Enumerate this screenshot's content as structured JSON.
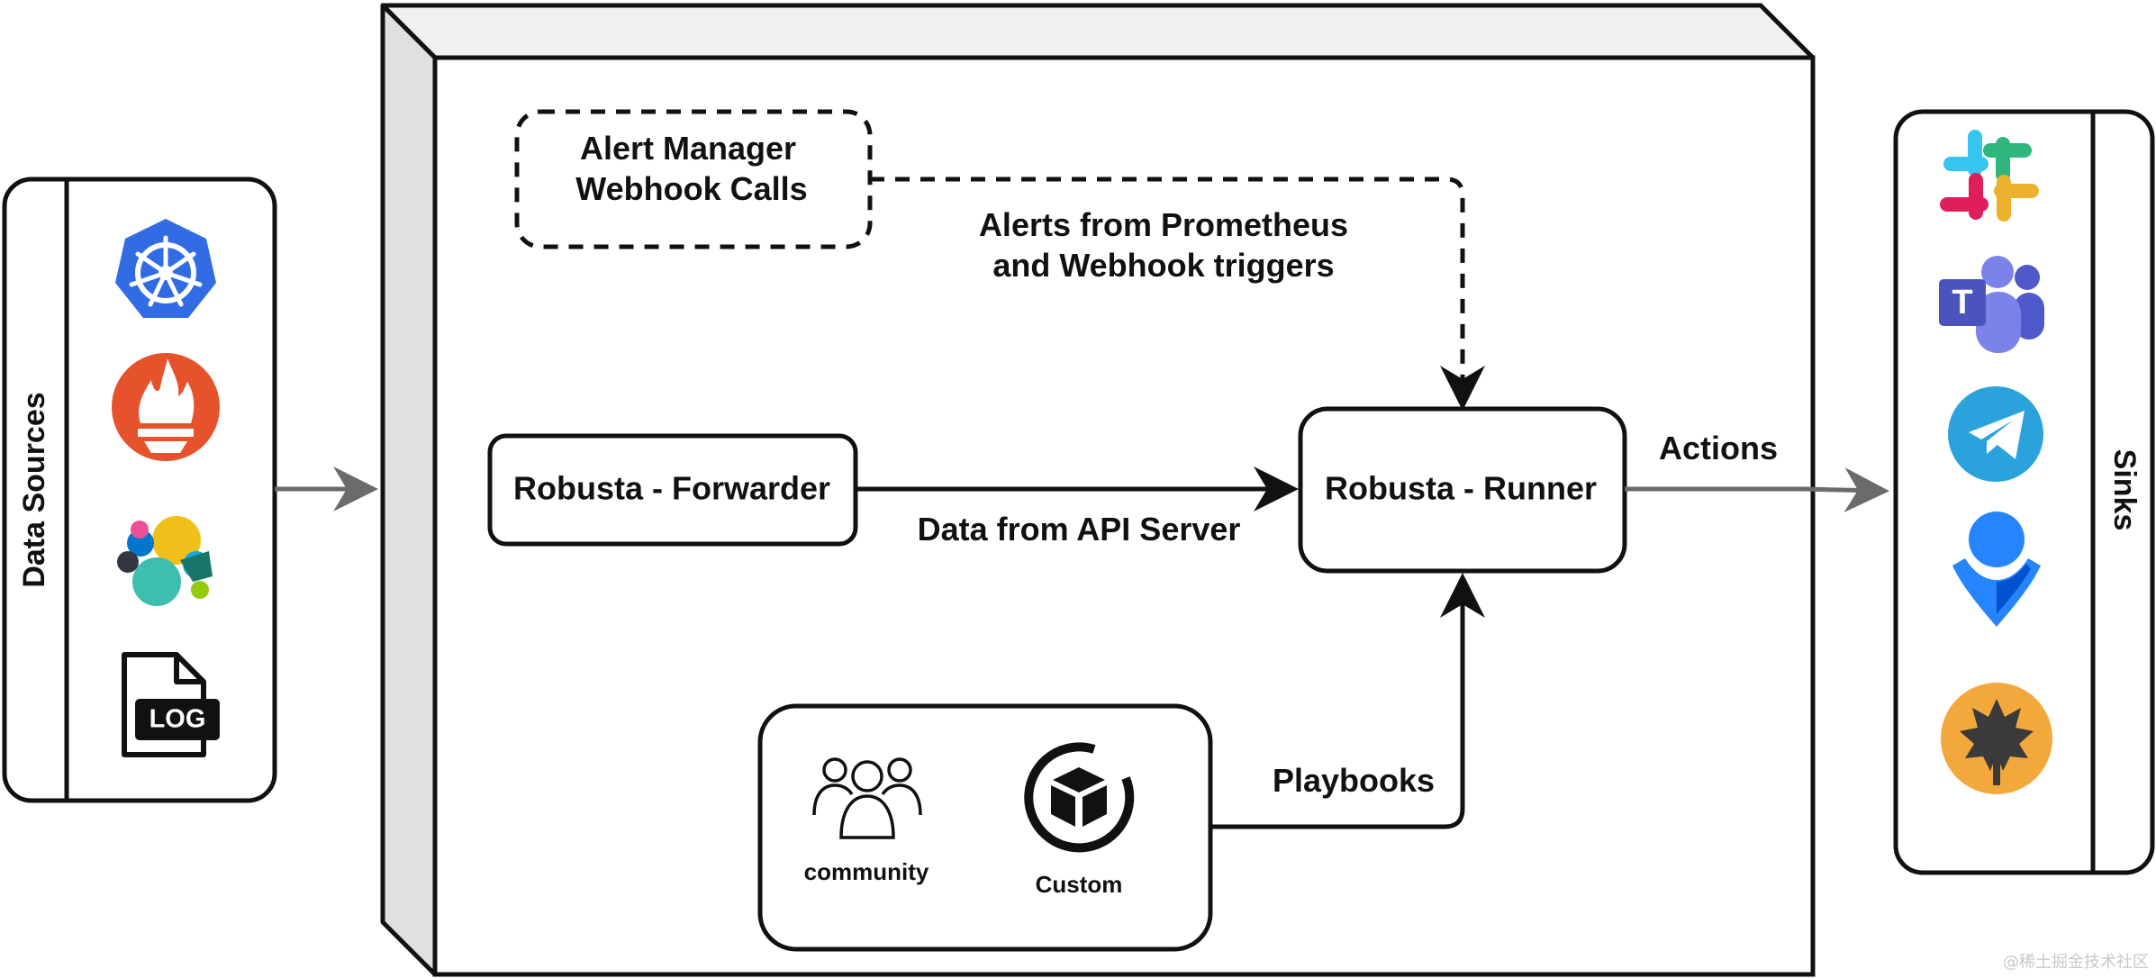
{
  "data_sources": {
    "title": "Data Sources",
    "icons": [
      "kubernetes-icon",
      "prometheus-icon",
      "elastic-icon",
      "log-file-icon"
    ],
    "log_label": "LOG"
  },
  "alert_manager": {
    "line1": "Alert Manager",
    "line2": "Webhook Calls"
  },
  "alerts_label": {
    "line1": "Alerts from Prometheus",
    "line2": "and Webhook triggers"
  },
  "forwarder": {
    "label": "Robusta - Forwarder"
  },
  "runner": {
    "label": "Robusta - Runner"
  },
  "api_label": "Data from API Server",
  "actions_label": "Actions",
  "playbooks": {
    "edge_label": "Playbooks",
    "community_label": "community",
    "custom_label": "Custom"
  },
  "sinks": {
    "title": "Sinks",
    "icons": [
      "slack-icon",
      "teams-icon",
      "telegram-icon",
      "opsgenie-icon",
      "victorops-icon"
    ],
    "teams_letter": "T"
  },
  "watermark": "@稀土掘金技术社区",
  "colors": {
    "stroke": "#111111",
    "gray_arrow": "#6b6b6b",
    "kubernetes": "#326ce5",
    "prometheus": "#e6522c",
    "telegram": "#2aa3dd",
    "victorops": "#f3a83c",
    "opsgenie": "#2684ff",
    "teams": "#5059c9"
  }
}
